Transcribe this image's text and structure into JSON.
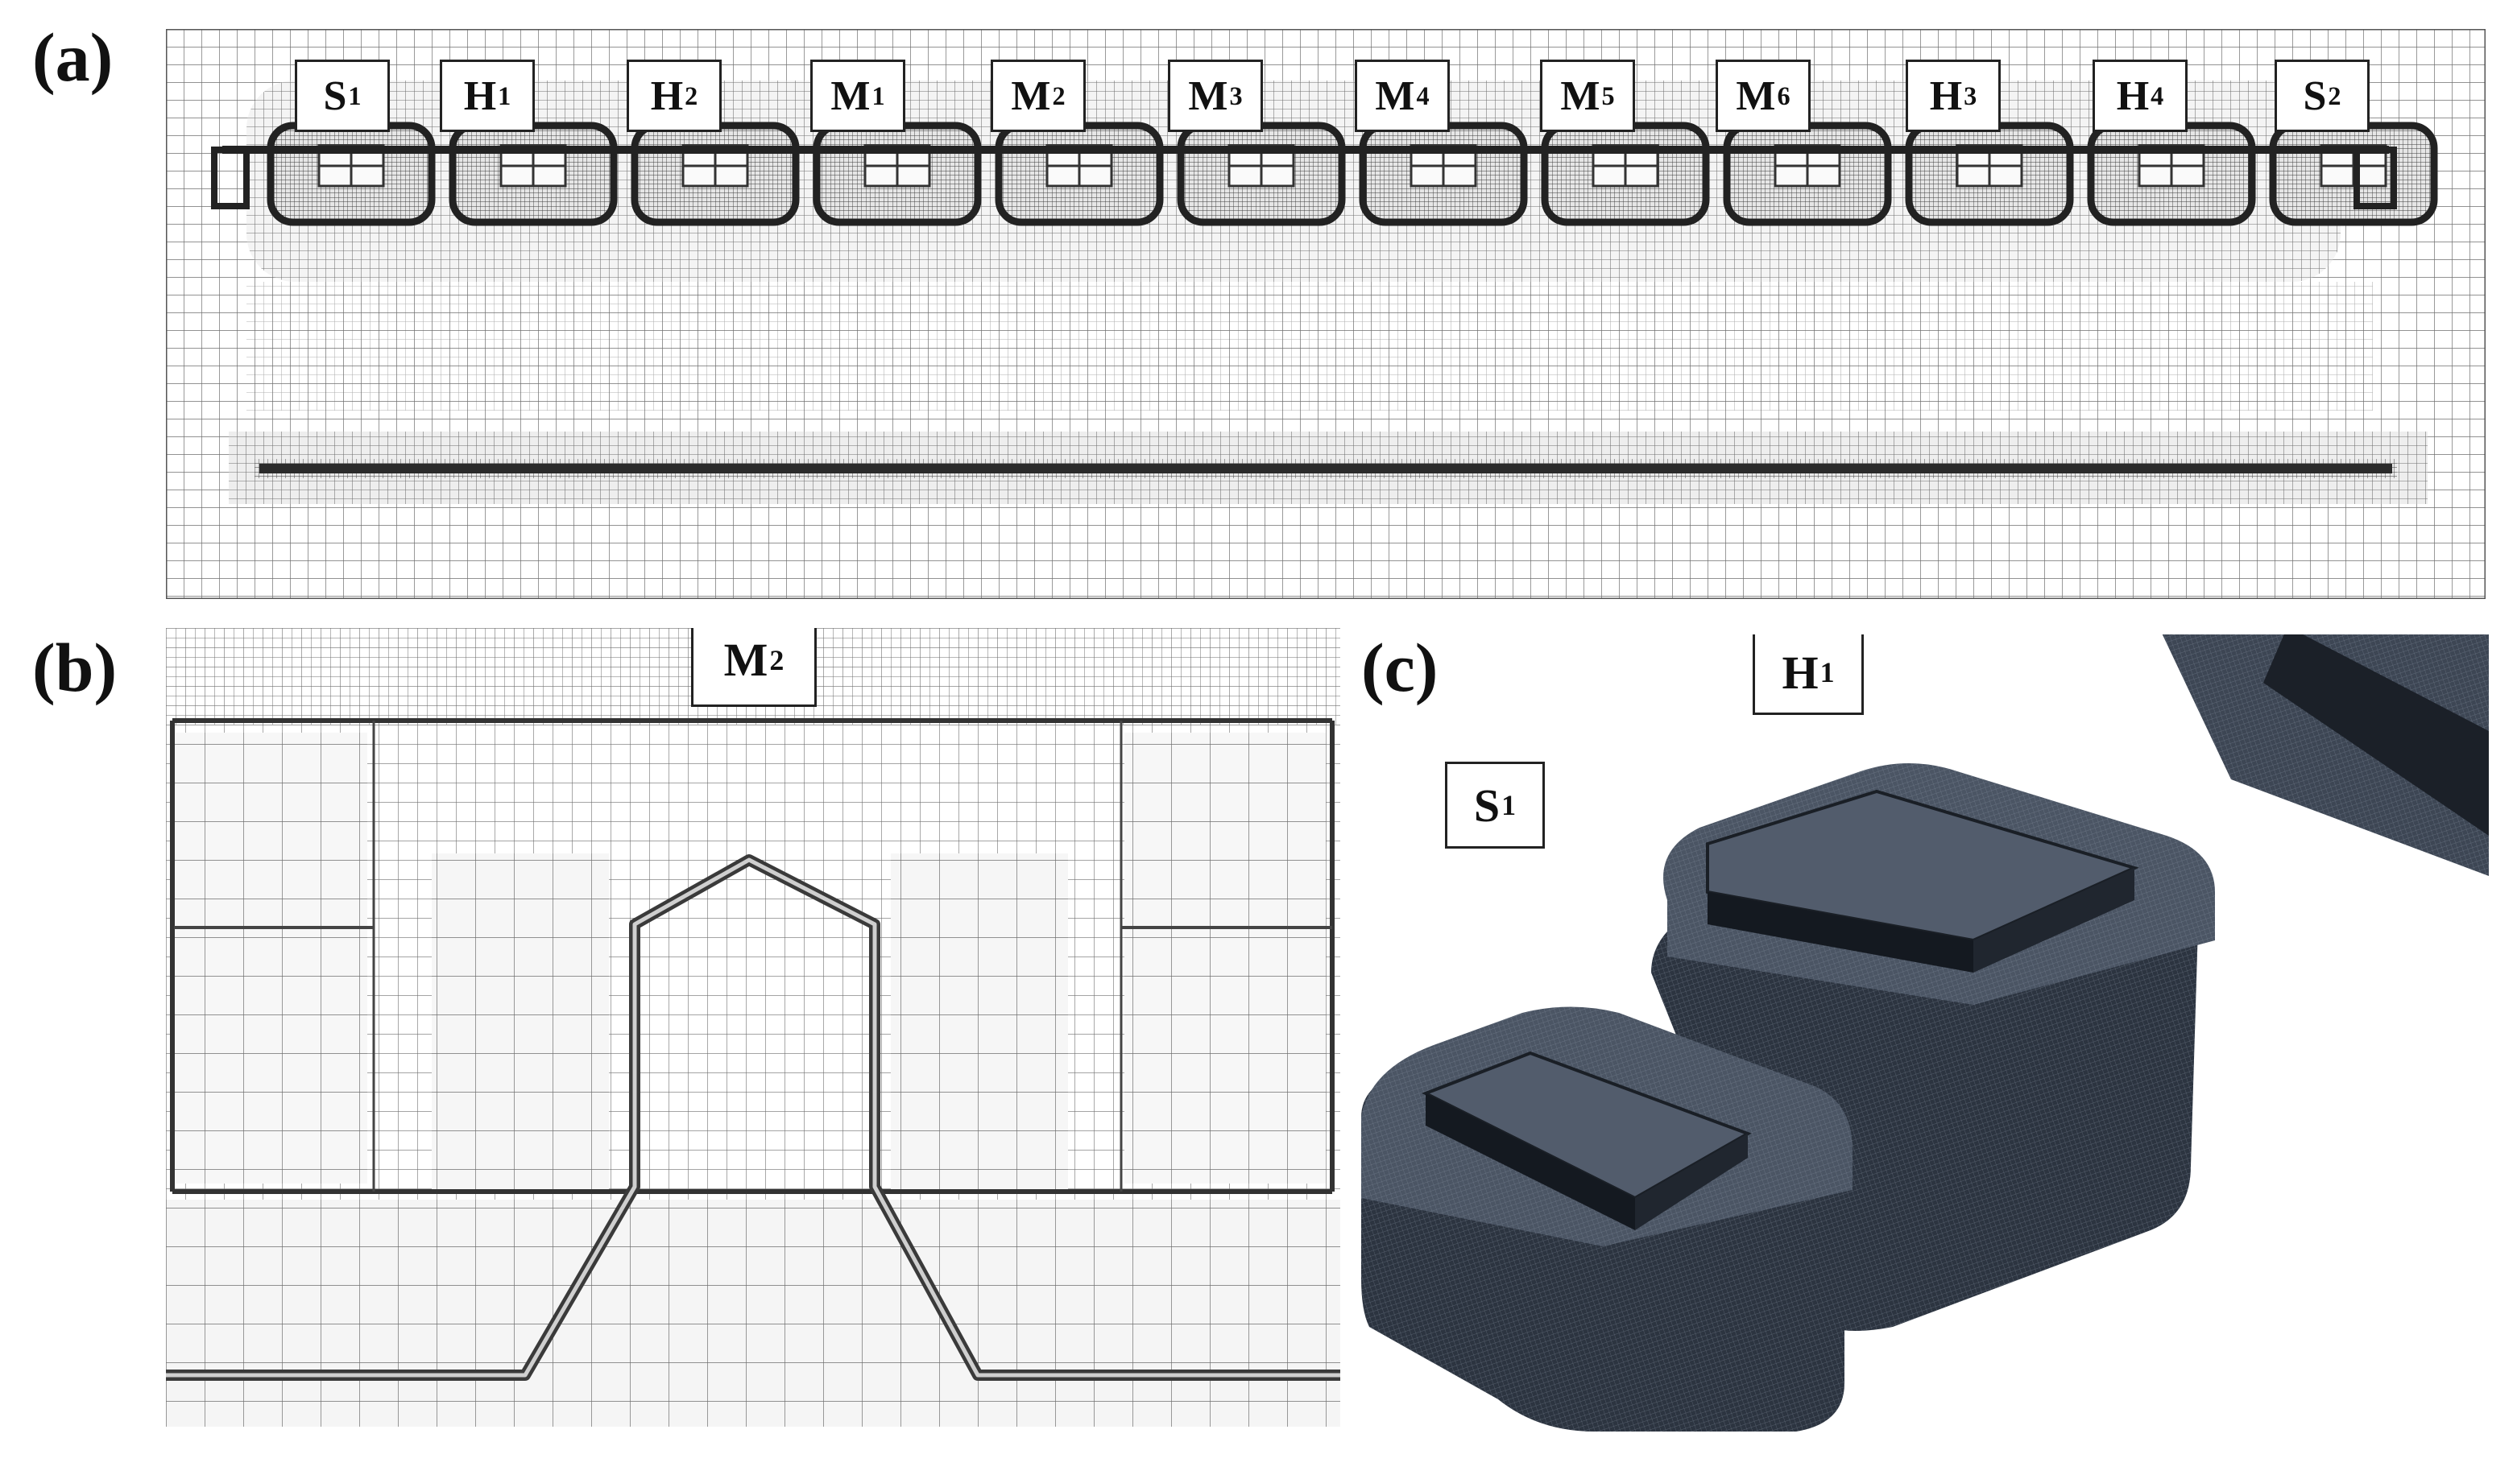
{
  "figure": {
    "panels": [
      {
        "letter": "(a)"
      },
      {
        "letter": "(b)"
      },
      {
        "letter": "(c)"
      }
    ]
  },
  "panel_a": {
    "labels": [
      {
        "main": "S",
        "sub": "1"
      },
      {
        "main": "H",
        "sub": "1"
      },
      {
        "main": "H",
        "sub": "2"
      },
      {
        "main": "M",
        "sub": "1"
      },
      {
        "main": "M",
        "sub": "2"
      },
      {
        "main": "M",
        "sub": "3"
      },
      {
        "main": "M",
        "sub": "4"
      },
      {
        "main": "M",
        "sub": "5"
      },
      {
        "main": "M",
        "sub": "6"
      },
      {
        "main": "H",
        "sub": "3"
      },
      {
        "main": "H",
        "sub": "4"
      },
      {
        "main": "S",
        "sub": "2"
      }
    ]
  },
  "panel_b": {
    "label": {
      "main": "M",
      "sub": "2"
    }
  },
  "panel_c": {
    "labels": [
      {
        "main": "S",
        "sub": "1"
      },
      {
        "main": "H",
        "sub": "1"
      }
    ]
  },
  "colors": {
    "mesh_line": "#6f6f6f",
    "mesh_dense": "#3a3a3a",
    "solid_dark": "#2c3440",
    "solid_mid": "#3d4654",
    "solid_top": "#4b5564",
    "background": "#ffffff"
  }
}
